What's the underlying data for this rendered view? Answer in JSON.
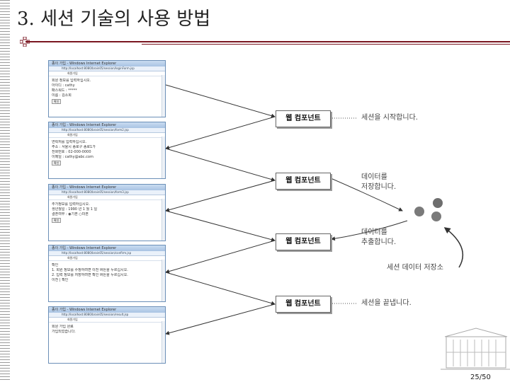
{
  "title": "3. 세션 기술의 사용 방법",
  "windows": [
    {
      "titlebar": "종이 가입 - Windows Internet Explorer",
      "address": "http://localhost:8080/brain05/session/loginForm.jsp",
      "tab": "회원가입",
      "lines": [
        "회원 정보를 입력하십시오.",
        "아이디 : cathy",
        "패스워드 : *****",
        "이름 : 김소희"
      ],
      "button": "확인"
    },
    {
      "titlebar": "종이 가입 - Windows Internet Explorer",
      "address": "http://localhost:8080/brain05/session/form2.jsp",
      "tab": "회원가입",
      "lines": [
        "연락처를 입력하십시오.",
        "주소 : 서울시 종로구 종로1가",
        "전화번호 : 02-000-0000",
        "이메일 : cathy@abc.com"
      ],
      "button": "확인"
    },
    {
      "titlebar": "종이 가입 - Windows Internet Explorer",
      "address": "http://localhost:8080/brain05/session/form3.jsp",
      "tab": "회원가입",
      "lines": [
        "추가정보를 입력하십시오.",
        "생년월일 : 1990 년 1 월 1 일",
        "결혼여부 : ◉기혼 ○미혼"
      ],
      "button": "확인"
    },
    {
      "titlebar": "종이 가입 - Windows Internet Explorer",
      "address": "http://localhost:8080/brain05/session/confirm.jsp",
      "tab": "회원가입",
      "lines": [
        "확인",
        "1. 회원 정보를 수정하려면 이전 버튼을 누르십시오.",
        "2. 입력 정보를 저장하려면 확인 버튼을 누르십시오.",
        "",
        "이전 | 확인"
      ],
      "button": ""
    },
    {
      "titlebar": "종이 가입 - Windows Internet Explorer",
      "address": "http://localhost:8080/brain05/session/result.jsp",
      "tab": "회원가입",
      "lines": [
        "회원 가입 완료",
        "",
        "가입되었습니다."
      ],
      "button": ""
    }
  ],
  "components": [
    "웹 컴포넌트",
    "웹 컴포넌트",
    "웹 컴포넌트",
    "웹 컴포넌트"
  ],
  "notes": {
    "start": "세션을 시작합니다.",
    "save_line1": "데이터를",
    "save_line2": "저장합니다.",
    "read_line1": "데이터를",
    "read_line2": "추출합니다.",
    "storage": "세션 데이터 저장소",
    "end": "세션을 끝냅니다."
  },
  "page_number": "25/50",
  "colors": {
    "accent": "#7a1620",
    "window_border": "#6b8fb7"
  }
}
